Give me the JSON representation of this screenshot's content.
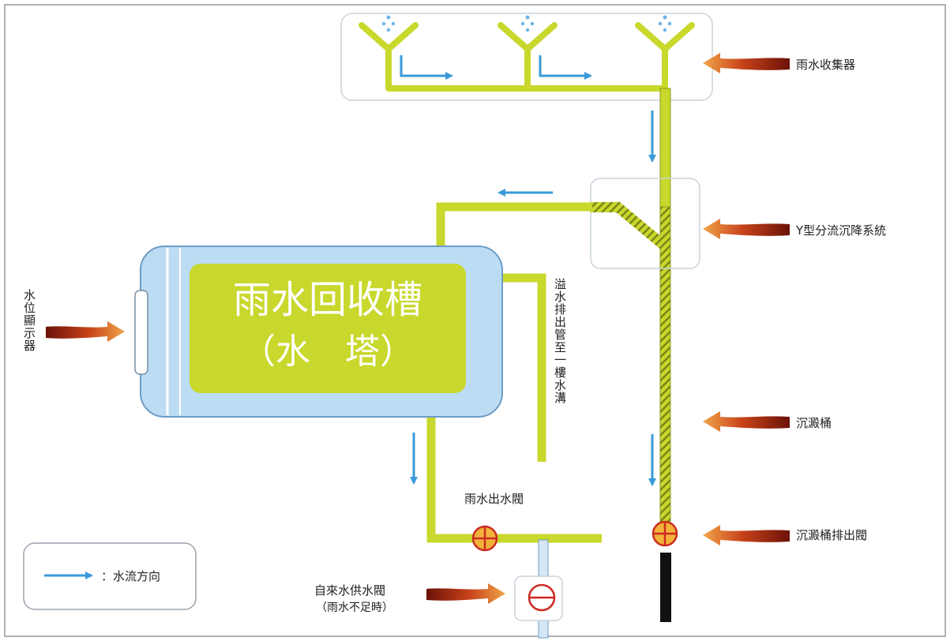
{
  "tank": {
    "title": "雨水回收槽",
    "subtitle": "（水　塔）"
  },
  "labels": {
    "collector": "雨水收集器",
    "y_system": "Y型分流沉降系統",
    "sediment_tank": "沉澱桶",
    "sediment_valve": "沉澱桶排出閥",
    "water_level": "水位顯示器",
    "overflow": "溢水排出管至一樓水溝",
    "rain_valve": "雨水出水閥",
    "tap_valve_line1": "自來水供水閥",
    "tap_valve_line2": "（雨水不足時）",
    "legend_text": "：水流方向"
  },
  "colors": {
    "pipe": "#c8d82c",
    "pipe_edge": "#8e9a20",
    "tank_body": "#bcdcf4",
    "tank_edge": "#6d9cc6",
    "tank_label_bg": "#c8d82c",
    "flow_arrow": "#3a9ad9",
    "pointer_arrow": "#c2411b",
    "valve": "#cc2b22",
    "drain": "#111111"
  }
}
